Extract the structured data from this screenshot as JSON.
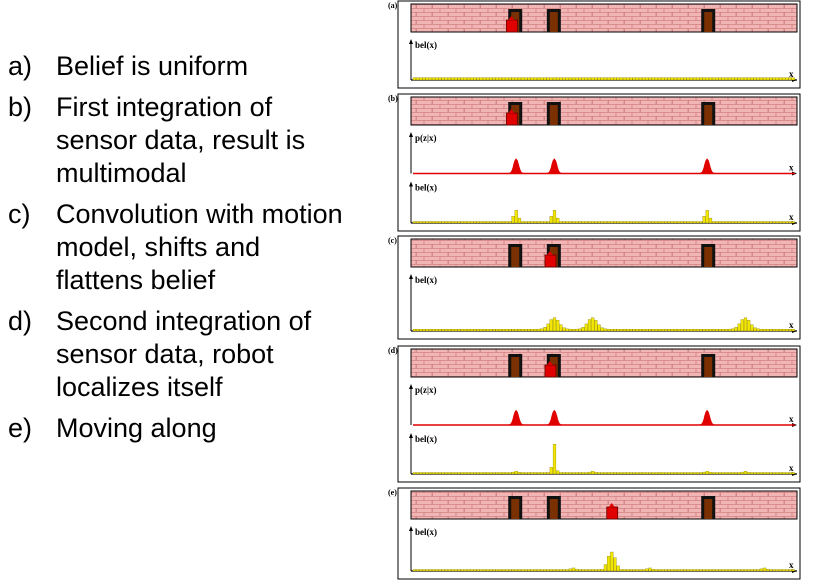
{
  "bullets": [
    {
      "marker": "a)",
      "text": "Belief is uniform"
    },
    {
      "marker": "b)",
      "text": "First integration of sensor data, result is multimodal"
    },
    {
      "marker": "c)",
      "text": "Convolution with motion model, shifts and flattens belief"
    },
    {
      "marker": "d)",
      "text": "Second integration of sensor data, robot localizes itself"
    },
    {
      "marker": "e)",
      "text": "Moving along"
    }
  ],
  "colors": {
    "wall": "#f2b5b5",
    "brick_line": "#c26a6a",
    "door": "#7a3000",
    "door_frame": "#111111",
    "robot": "#e00000",
    "sensor_curve": "#e00000",
    "belief_bar": "#f2e600"
  },
  "icons": {
    "robot": "robot-icon",
    "door": "door-icon"
  },
  "panels": [
    {
      "id": "a",
      "label": "(a)",
      "doors": [
        0.27,
        0.37,
        0.77
      ],
      "robot": 0.26,
      "plots": [
        {
          "kind": "bel",
          "ylabel": "bel(x)",
          "xlabel": "x",
          "values": "uniform"
        }
      ]
    },
    {
      "id": "b",
      "label": "(b)",
      "doors": [
        0.27,
        0.37,
        0.77
      ],
      "robot": 0.26,
      "plots": [
        {
          "kind": "sensor",
          "ylabel": "p(z|x)",
          "xlabel": "x",
          "peaks": [
            0.27,
            0.37,
            0.77
          ]
        },
        {
          "kind": "bel",
          "ylabel": "bel(x)",
          "xlabel": "x",
          "values": "peaks",
          "peaks": [
            0.27,
            0.37,
            0.77
          ],
          "height": 0.4
        }
      ]
    },
    {
      "id": "c",
      "label": "(c)",
      "doors": [
        0.27,
        0.37,
        0.77
      ],
      "robot": 0.36,
      "plots": [
        {
          "kind": "bel",
          "ylabel": "bel(x)",
          "xlabel": "x",
          "values": "spread",
          "peaks": [
            0.37,
            0.47,
            0.87
          ],
          "height": 0.25
        }
      ]
    },
    {
      "id": "d",
      "label": "(d)",
      "doors": [
        0.27,
        0.37,
        0.77
      ],
      "robot": 0.36,
      "plots": [
        {
          "kind": "sensor",
          "ylabel": "p(z|x)",
          "xlabel": "x",
          "peaks": [
            0.27,
            0.37,
            0.77
          ]
        },
        {
          "kind": "bel",
          "ylabel": "bel(x)",
          "xlabel": "x",
          "values": "localized",
          "main": 0.37,
          "small": [
            0.27,
            0.47,
            0.77,
            0.87
          ]
        }
      ]
    },
    {
      "id": "e",
      "label": "(e)",
      "doors": [
        0.27,
        0.37,
        0.77
      ],
      "robot": 0.52,
      "plots": [
        {
          "kind": "bel",
          "ylabel": "bel(x)",
          "xlabel": "x",
          "values": "localized",
          "main": 0.52,
          "small": [
            0.42,
            0.62,
            0.92
          ],
          "spread": true
        }
      ]
    }
  ]
}
